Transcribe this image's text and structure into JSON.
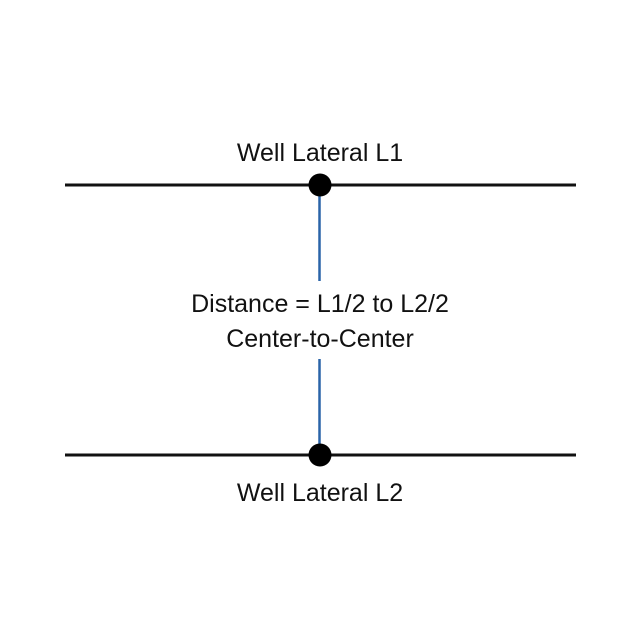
{
  "labels": {
    "lateral_1": "Well Lateral L1",
    "lateral_2": "Well Lateral L2",
    "distance_line1": "Distance = L1/2 to L2/2",
    "distance_line2": "Center-to-Center"
  },
  "colors": {
    "background": "#ffffff",
    "lateral_line": "#111111",
    "connector_line": "#2a64a8",
    "point_marker": "#000000",
    "text": "#111111"
  }
}
